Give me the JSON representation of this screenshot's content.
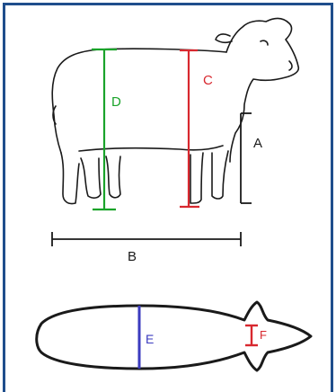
{
  "diagram": {
    "labels": {
      "a": "A",
      "b": "B",
      "c": "C",
      "d": "D",
      "e": "E",
      "f": "F"
    },
    "colors": {
      "frame": "#1f4e8c",
      "outline": "#1a1a1a",
      "dimension_black": "#1a1a1a",
      "d_green": "#1aa32a",
      "c_red": "#d8282f",
      "e_blue": "#3b3bbf",
      "f_red": "#d8282f"
    }
  }
}
